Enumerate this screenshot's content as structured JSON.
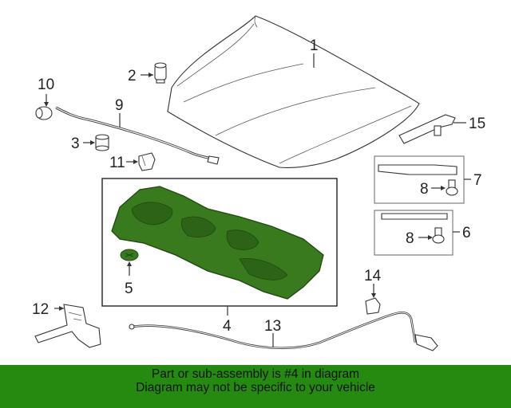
{
  "diagram": {
    "callouts": {
      "c1": "1",
      "c2": "2",
      "c3": "3",
      "c4": "4",
      "c5": "5",
      "c6": "6",
      "c7": "7",
      "c8a": "8",
      "c8b": "8",
      "c9": "9",
      "c10": "10",
      "c11": "11",
      "c12": "12",
      "c13": "13",
      "c14": "14",
      "c15": "15"
    },
    "highlight_color": "#3a7a1e"
  },
  "banner": {
    "line1": "Part or sub-assembly is #4 in diagram",
    "line2": "Diagram may not be specific to your vehicle",
    "background": "#248a10"
  }
}
